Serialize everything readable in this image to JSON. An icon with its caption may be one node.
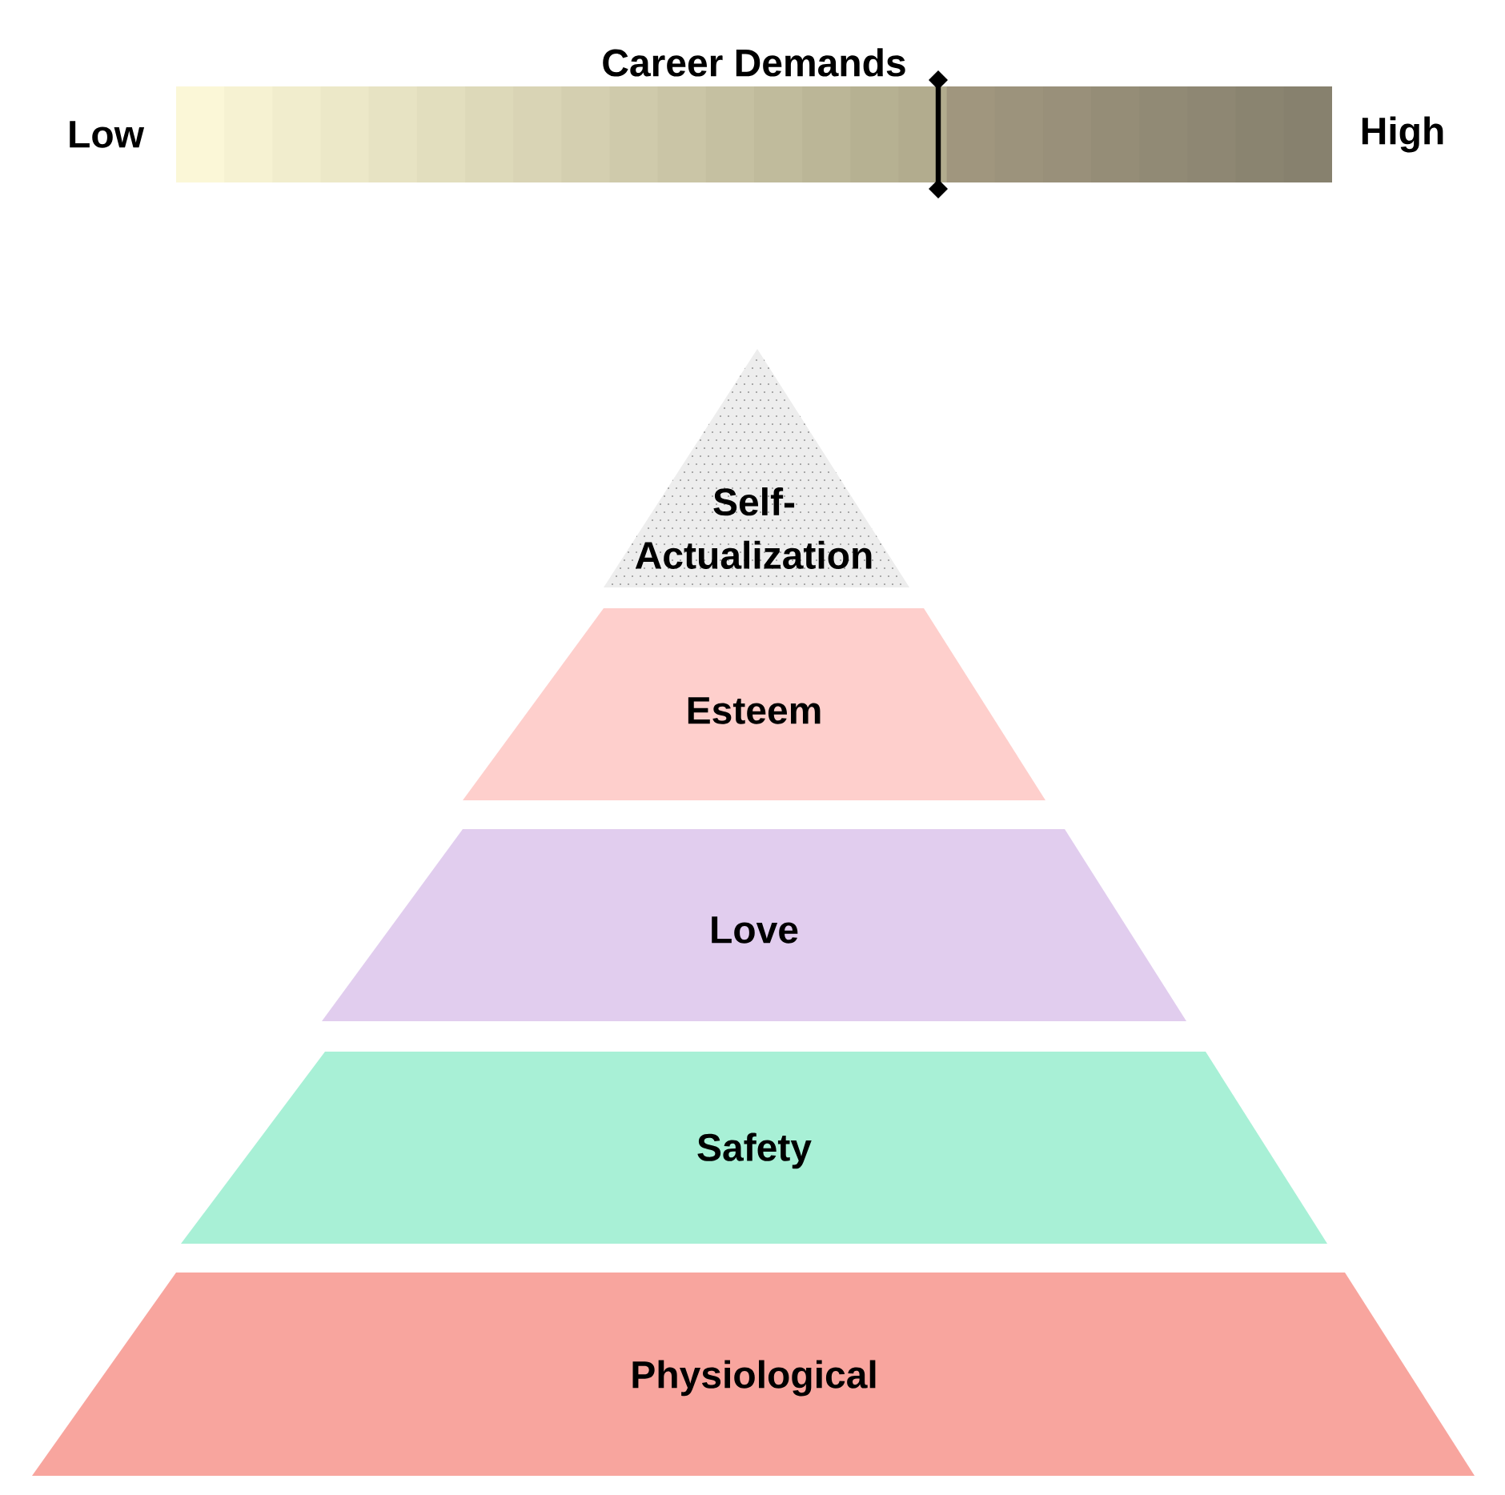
{
  "diagram": {
    "nodes": [
      {
        "text": [
          "Self- Actualization"
        ]
      },
      {
        "text": [
          "Esteem"
        ]
      },
      {
        "text": [
          "Love"
        ]
      },
      {
        "text": [
          "Safety"
        ]
      },
      {
        "text": [
          "Physiological"
        ]
      }
    ],
    "labels": [
      "Career Demands",
      "Low",
      "High"
    ]
  }
}
